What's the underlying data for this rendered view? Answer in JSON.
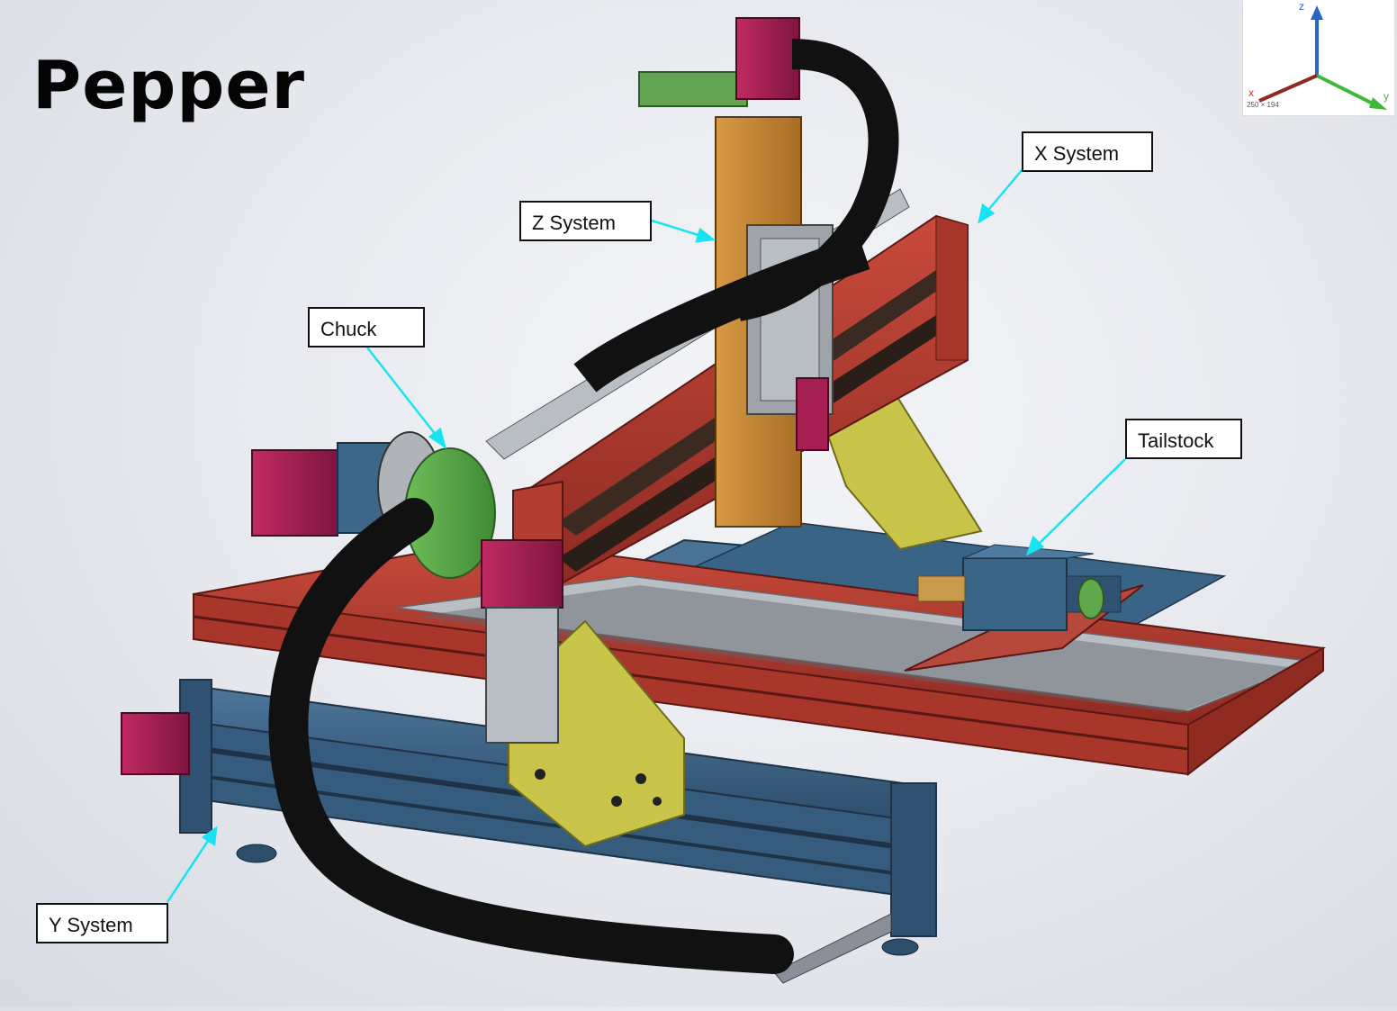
{
  "title": "Pepper",
  "labels": {
    "x_system": "X System",
    "z_system": "Z System",
    "chuck": "Chuck",
    "tailstock": "Tailstock",
    "y_system": "Y System"
  },
  "triad": {
    "x": "x",
    "y": "y",
    "z": "z",
    "note": "250 × 194"
  },
  "colors": {
    "frame_red": "#b83a2e",
    "base_blue": "#3e6688",
    "plate_yellow": "#c9c44a",
    "z_orange": "#c98a35",
    "motor_magenta": "#a61f52",
    "chuck_green": "#5fa84b",
    "cable_black": "#111111",
    "arrow_cyan": "#19e3f2"
  }
}
